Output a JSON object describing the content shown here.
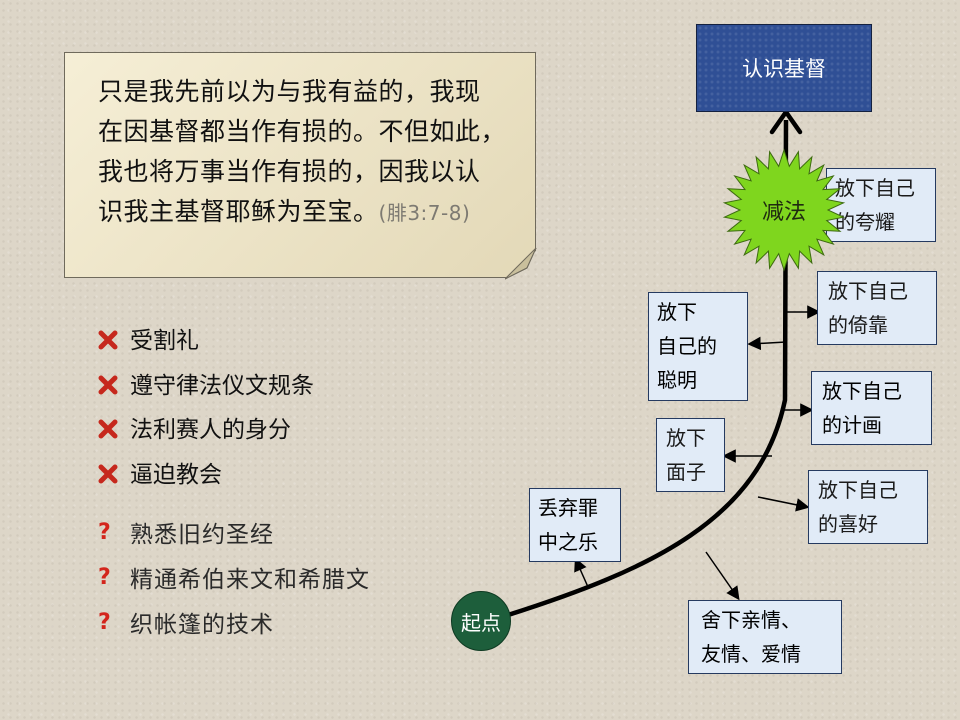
{
  "quote": {
    "lines": [
      "只是我先前以为与我有益的，我现",
      "在因基督都当作有损的。不但如此，",
      "我也将万事当作有损的，因我以认",
      "识我主基督耶稣为至宝。"
    ],
    "reference": "(腓3:7-8)"
  },
  "lists": {
    "rejected": [
      "受割礼",
      "遵守律法仪文规条",
      "法利赛人的身分",
      "逼迫教会"
    ],
    "questioned_mark": "?",
    "questioned": [
      "熟悉旧约圣经",
      "精通希伯来文和希腊文",
      "织帐篷的技术"
    ]
  },
  "diagram": {
    "goal": "认识基督",
    "burst": "减法",
    "start": "起点",
    "nodes": {
      "boast": [
        "放下自己",
        "的夸耀"
      ],
      "reliance": [
        "放下自己",
        "的倚靠"
      ],
      "cleverness": [
        "放下",
        "自己的",
        "聪明"
      ],
      "plan": [
        "放下自己",
        "的计画"
      ],
      "face": [
        "放下",
        "面子"
      ],
      "preference": [
        "放下自己",
        "的喜好"
      ],
      "sin": [
        "丢弃罪",
        "中之乐"
      ],
      "affection": [
        "舍下亲情、",
        "友情、爱情"
      ]
    }
  },
  "colors": {
    "goal_fill": "#2f4f95",
    "node_fill": "#e1ebf7",
    "burst_fill": "#7fd61e",
    "start_fill": "#1d5e3b",
    "x_mark": "#c6281d",
    "question_mark": "#d3251c",
    "note_fill": "#ece3c6"
  }
}
